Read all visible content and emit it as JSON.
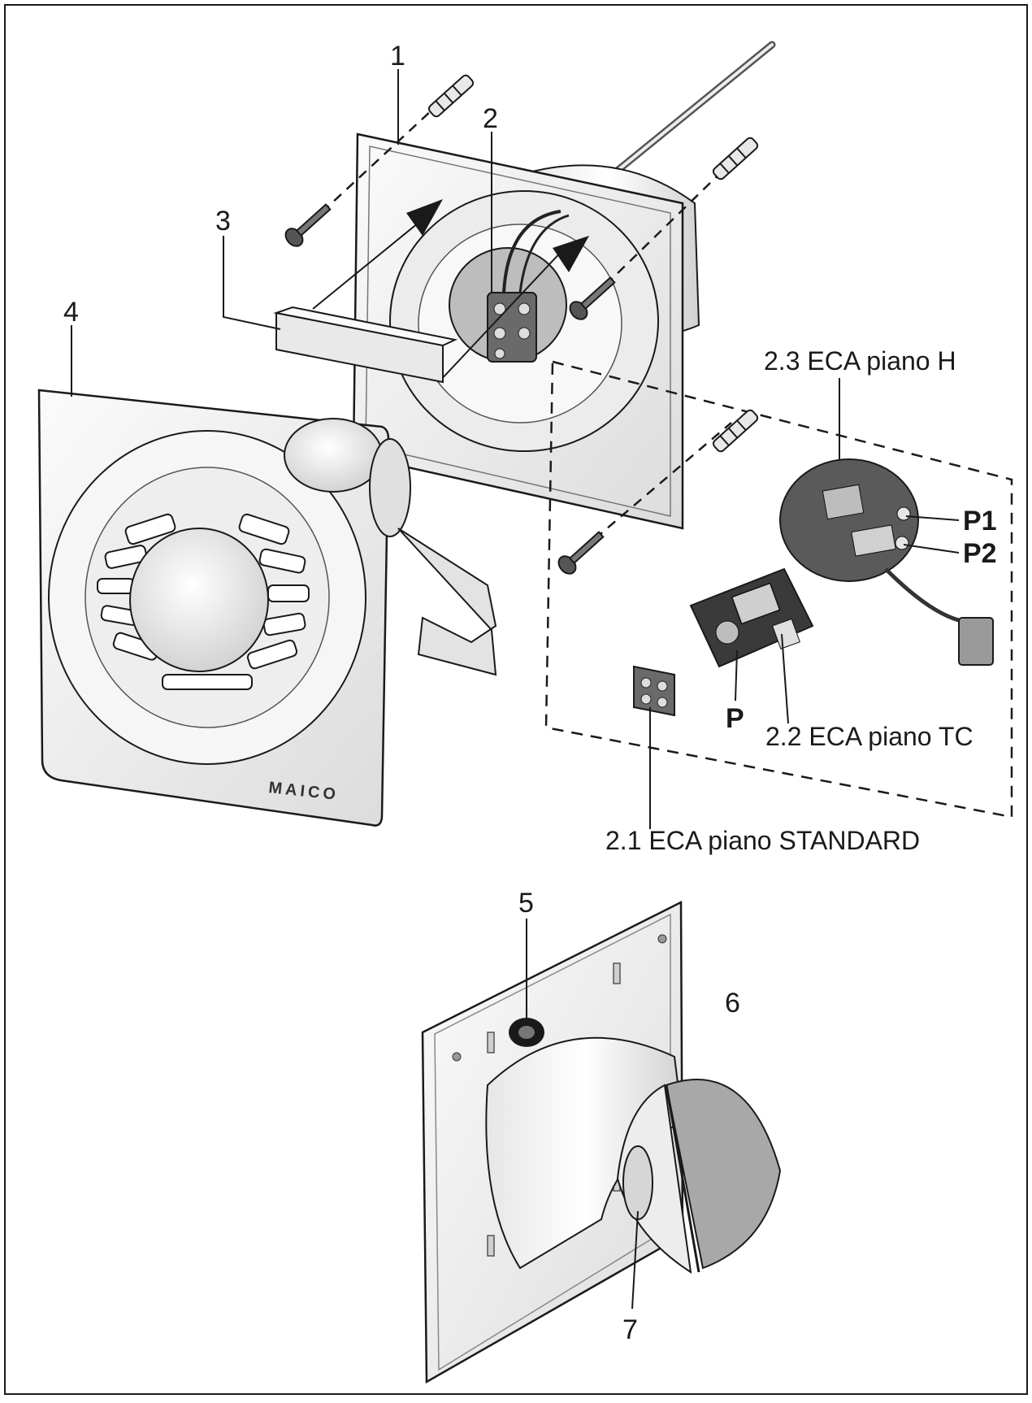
{
  "callouts": {
    "n1": "1",
    "n2": "2",
    "n3": "3",
    "n4": "4",
    "n5": "5",
    "n6": "6",
    "n7": "7"
  },
  "labels": {
    "eca_h": "2.3 ECA piano H",
    "eca_tc": "2.2 ECA piano TC",
    "eca_standard": "2.1 ECA piano STANDARD",
    "p": "P",
    "p1": "P1",
    "p2": "P2"
  },
  "brand": "MAICO",
  "colors": {
    "line": "#1a1a1a",
    "part_light": "#f2f2f2",
    "part_mid": "#d9d9d9",
    "part_dark": "#9a9a9a",
    "board_dark": "#3a3a3a"
  }
}
